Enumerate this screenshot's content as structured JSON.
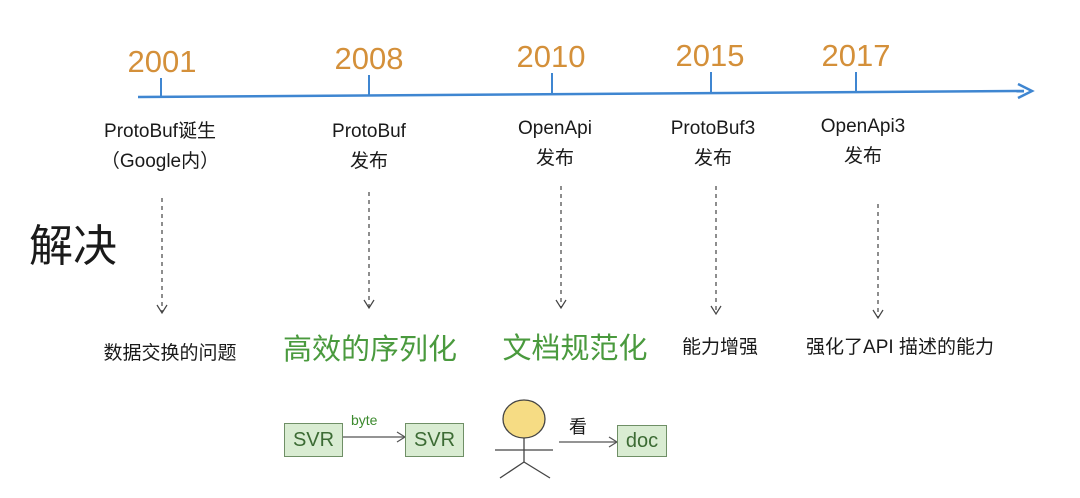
{
  "heading": "解决",
  "timeline": [
    {
      "year": "2001",
      "event_lines": [
        "ProtoBuf诞生",
        "（Google内）"
      ],
      "solves": "数据交换的问题",
      "emphasis": false
    },
    {
      "year": "2008",
      "event_lines": [
        "ProtoBuf",
        "发布"
      ],
      "solves": "高效的序列化",
      "emphasis": true
    },
    {
      "year": "2010",
      "event_lines": [
        "OpenApi",
        "发布"
      ],
      "solves": "文档规范化",
      "emphasis": true
    },
    {
      "year": "2015",
      "event_lines": [
        "ProtoBuf3",
        "发布"
      ],
      "solves": "能力增强",
      "emphasis": false
    },
    {
      "year": "2017",
      "event_lines": [
        "OpenApi3",
        "发布"
      ],
      "solves": "强化了API 描述的能力",
      "emphasis": false
    }
  ],
  "illustrations": {
    "serialization": {
      "left_box": "SVR",
      "arrow_label": "byte",
      "right_box": "SVR"
    },
    "documentation": {
      "arrow_label": "看",
      "target_box": "doc"
    }
  },
  "colors": {
    "year": "#d4903a",
    "axis": "#3f86d1",
    "emphasis": "#4a9a3e",
    "box_fill": "#d9ecd2"
  }
}
